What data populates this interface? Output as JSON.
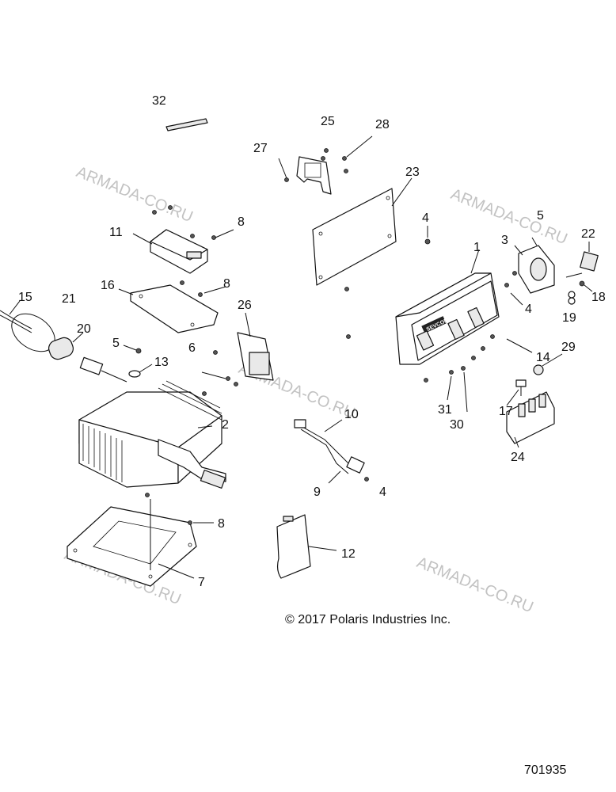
{
  "diagram": {
    "callouts": [
      "32",
      "25",
      "28",
      "27",
      "23",
      "11",
      "8",
      "16",
      "8",
      "4",
      "5",
      "3",
      "22",
      "1",
      "18",
      "19",
      "4",
      "26",
      "15",
      "21",
      "20",
      "5",
      "13",
      "6",
      "14",
      "29",
      "31",
      "30",
      "17",
      "24",
      "2",
      "10",
      "9",
      "4",
      "8",
      "7",
      "12"
    ],
    "copyright": "© 2017 Polaris Industries Inc.",
    "drawing_number": "701935",
    "watermarks": [
      "ARMADA-CO.RU",
      "ARMADA-CO.RU",
      "ARMADA-CO.RU",
      "ARMADA-CO.RU",
      "ARMADA-CO.RU"
    ],
    "controller_brand": "SEVCON"
  }
}
